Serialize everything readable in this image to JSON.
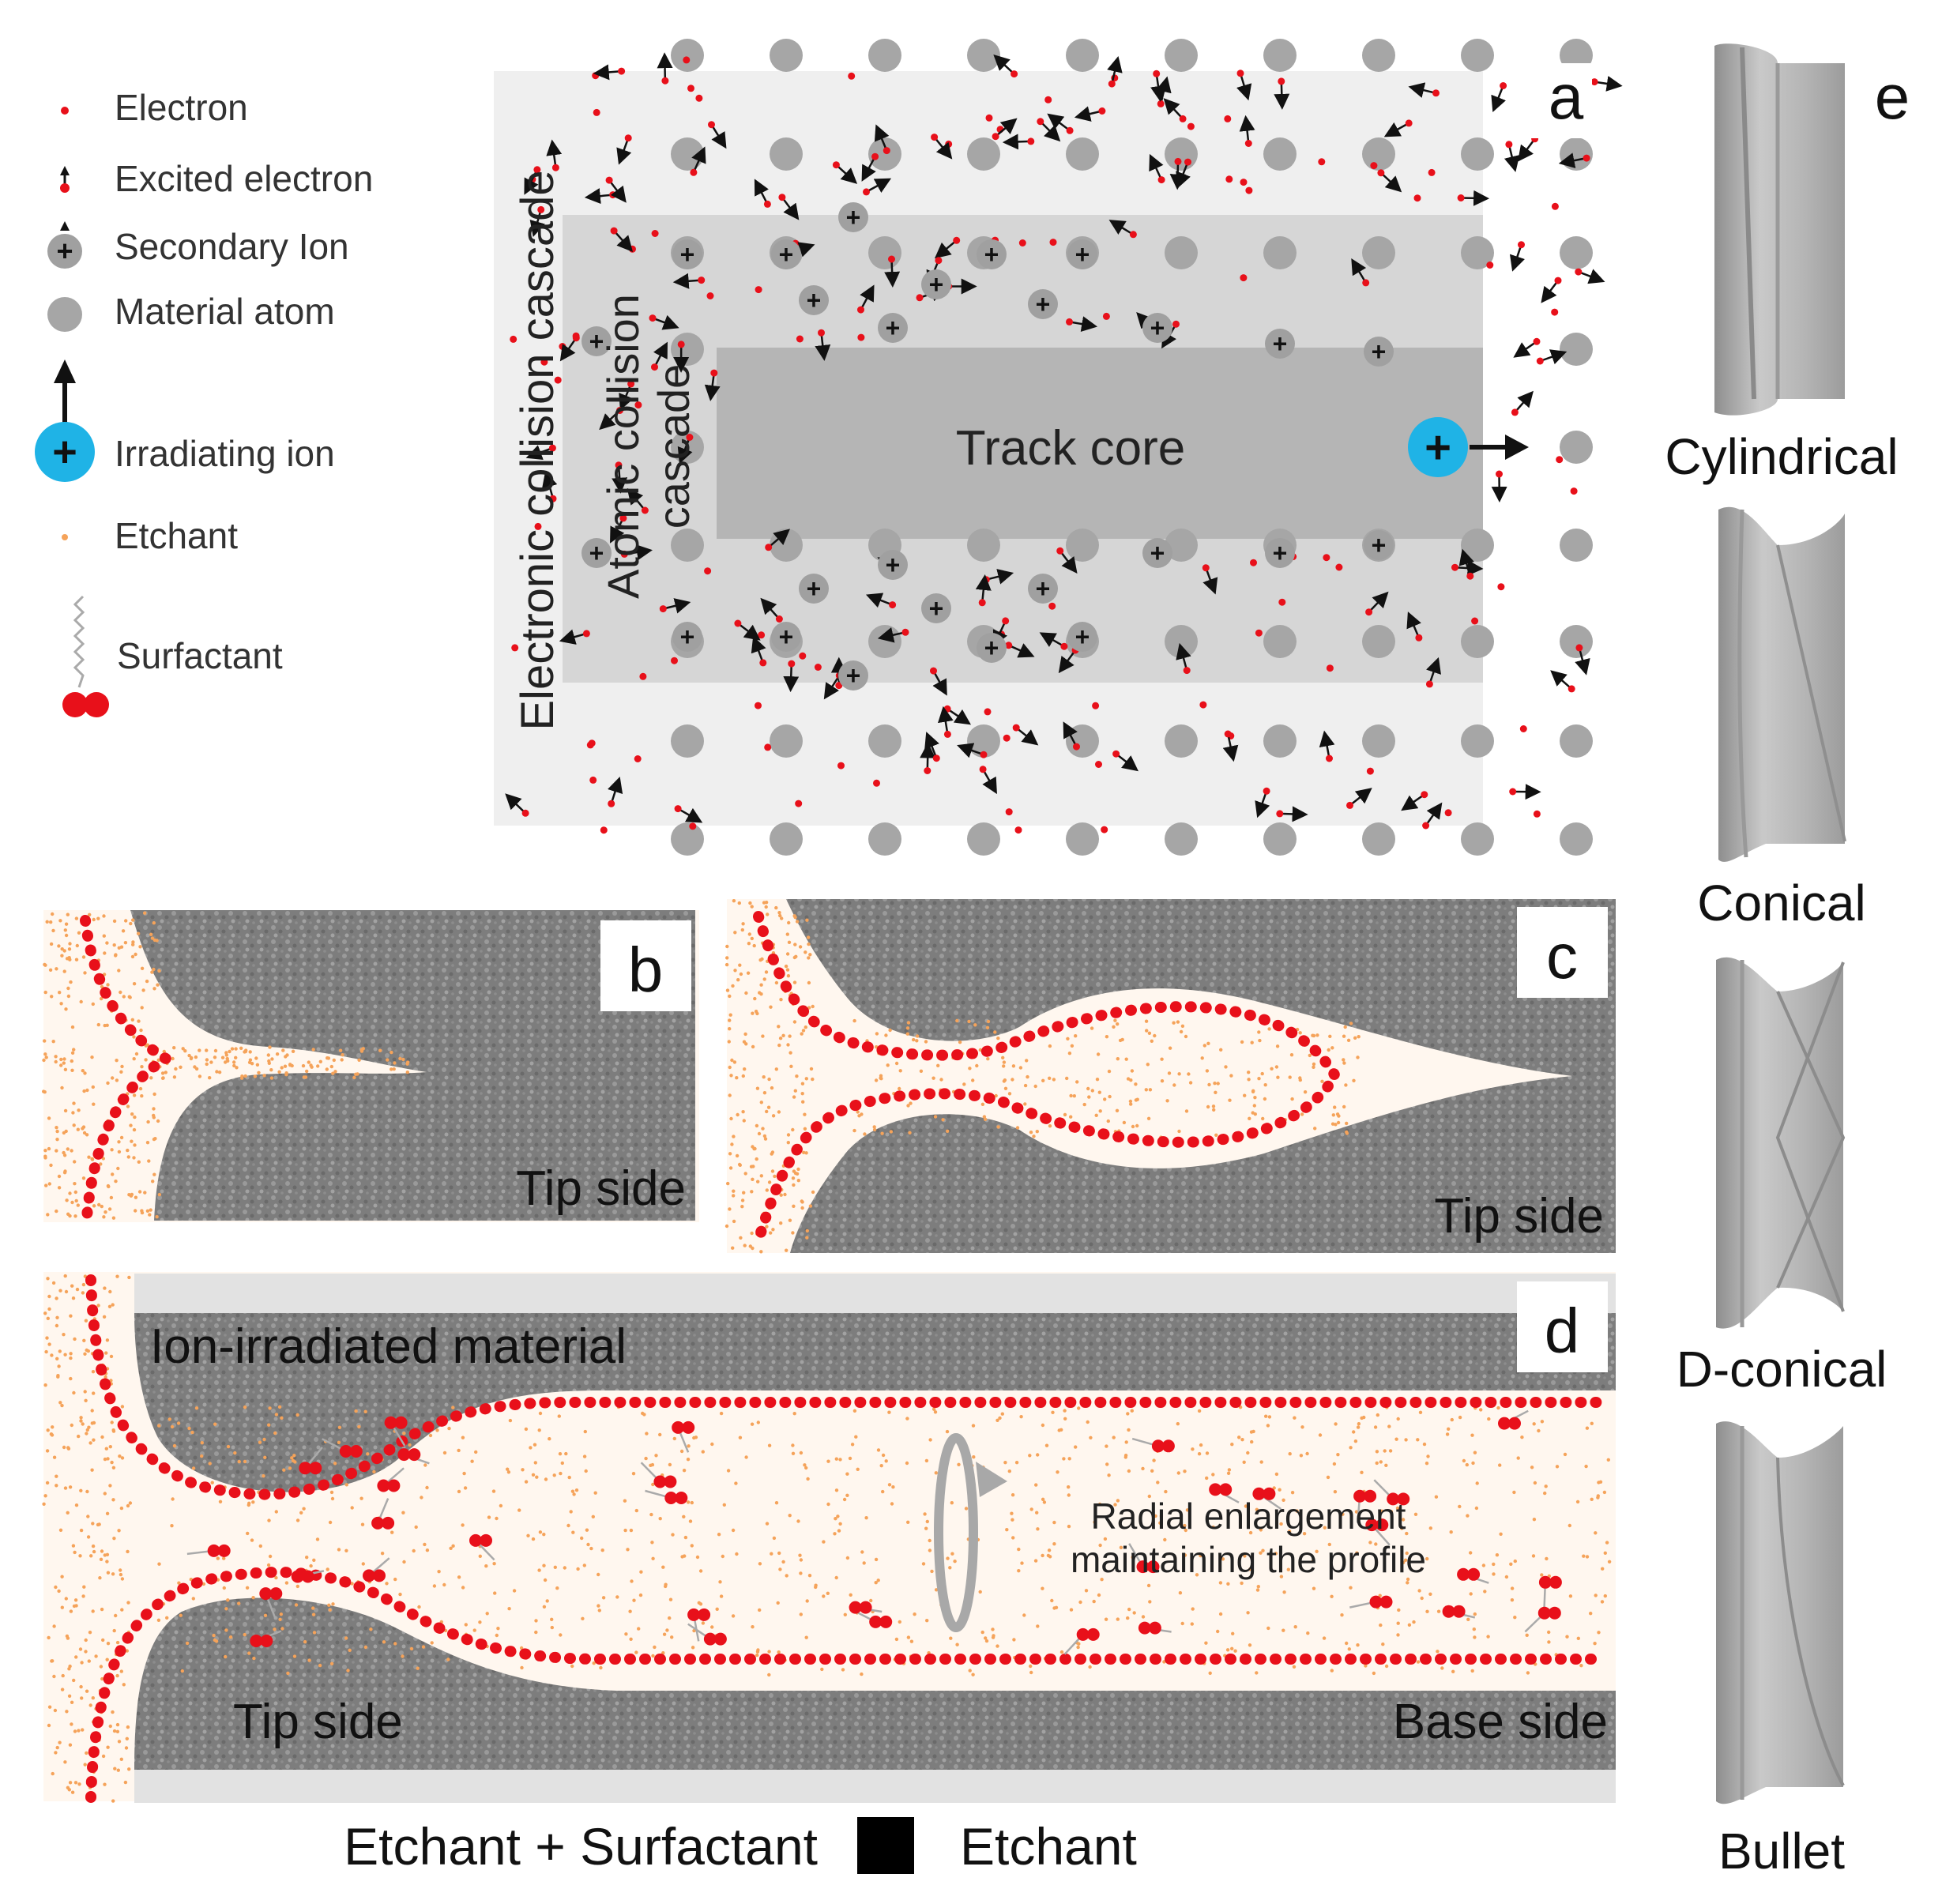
{
  "legend": {
    "electron": "Electron",
    "excited_electron": "Excited electron",
    "secondary_ion": "Secondary Ion",
    "material_atom": "Material atom",
    "irradiating_ion": "Irradiating ion",
    "etchant": "Etchant",
    "surfactant": "Surfactant"
  },
  "panel_a": {
    "letter": "a",
    "outer_region": "Electronic collision cascade",
    "middle_region_line1": "Atomic collision",
    "middle_region_line2": "cascade",
    "core": "Track core"
  },
  "panel_b": {
    "letter": "b",
    "side": "Tip side"
  },
  "panel_c": {
    "letter": "c",
    "side": "Tip side"
  },
  "panel_d": {
    "letter": "d",
    "material": "Ion-irradiated material",
    "tip": "Tip side",
    "base": "Base side",
    "annotation_line1": "Radial enlargement",
    "annotation_line2": "maintaining the profile"
  },
  "bottom_legend": {
    "left": "Etchant + Surfactant",
    "right": "Etchant"
  },
  "panel_e": {
    "letter": "e",
    "shapes": [
      "Cylindrical",
      "Conical",
      "D-conical",
      "Bullet"
    ]
  },
  "colors": {
    "electron": "#e8101a",
    "etchant": "#f5a35a",
    "ion": "#1fb3e6",
    "atom": "#a6a6a6",
    "material": "#7a7a7a",
    "core": "#b5b5b5",
    "cascade_atomic": "#d6d6d6",
    "cascade_electronic": "#efefef"
  }
}
